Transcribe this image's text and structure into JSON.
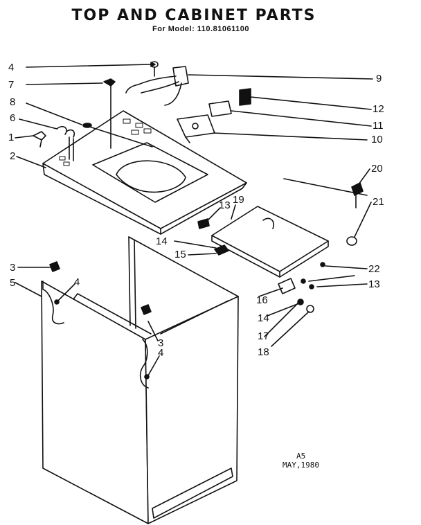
{
  "header": {
    "title": "TOP AND CABINET PARTS",
    "subtitle": "For Model: 110.81061100"
  },
  "footer": {
    "code": "A5",
    "date": "MAY,1980"
  },
  "callouts": {
    "c1": "1",
    "c2": "2",
    "c3a": "3",
    "c3b": "3",
    "c4a": "4",
    "c4b": "4",
    "c4c": "4",
    "c5": "5",
    "c6": "6",
    "c7": "7",
    "c8": "8",
    "c9": "9",
    "c10": "10",
    "c11": "11",
    "c12": "12",
    "c13a": "13",
    "c13b": "13",
    "c14a": "14",
    "c14b": "14",
    "c15": "15",
    "c16": "16",
    "c17": "17",
    "c18": "18",
    "c19": "19",
    "c20": "20",
    "c21": "21",
    "c22": "22"
  }
}
